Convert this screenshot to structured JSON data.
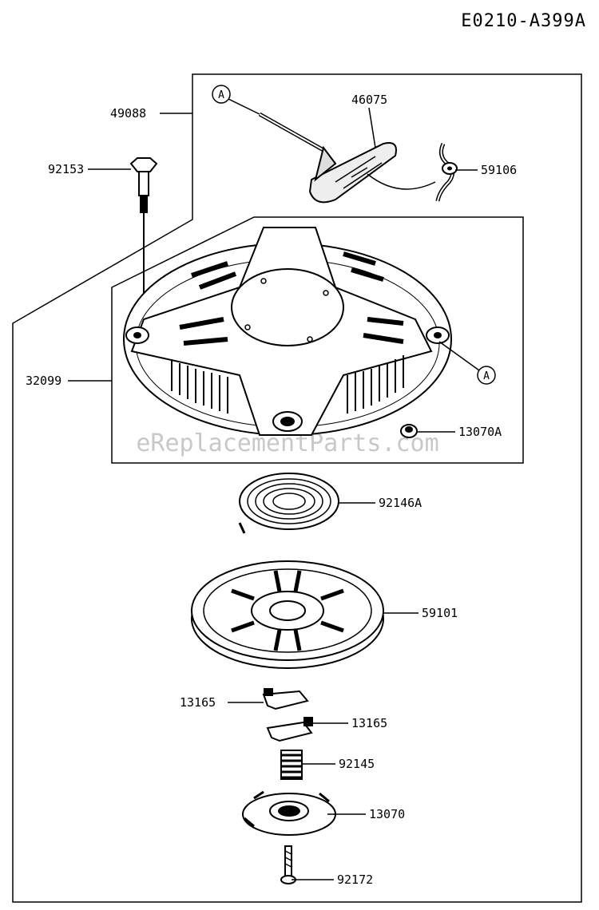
{
  "diagram": {
    "code": "E0210-A399A",
    "watermark": "eReplacementParts.com",
    "ref_letter": "A",
    "labels": {
      "p49088": "49088",
      "p46075": "46075",
      "p92153": "92153",
      "p59106": "59106",
      "p32099": "32099",
      "p13070A": "13070A",
      "p92146A": "92146A",
      "p59101": "59101",
      "p13165a": "13165",
      "p13165b": "13165",
      "p92145": "92145",
      "p13070": "13070",
      "p92172": "92172"
    }
  }
}
